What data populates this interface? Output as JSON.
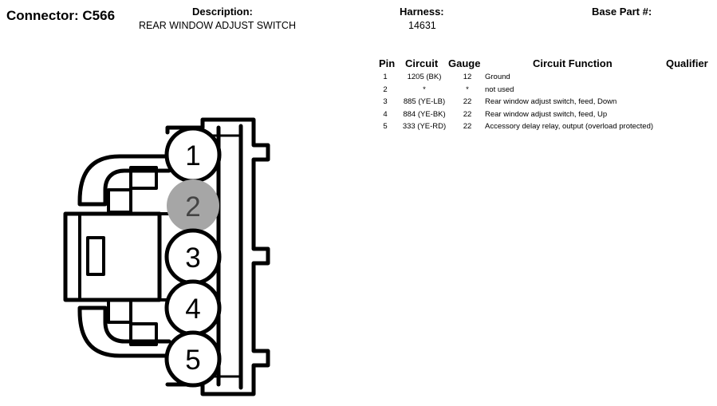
{
  "header": {
    "connector_label": "Connector: C566",
    "description_label": "Description:",
    "description_value": "REAR WINDOW ADJUST SWITCH",
    "harness_label": "Harness:",
    "harness_value": "14631",
    "base_part_label": "Base Part #:"
  },
  "table": {
    "headers": {
      "pin": "Pin",
      "circuit": "Circuit",
      "gauge": "Gauge",
      "function": "Circuit Function",
      "qualifier": "Qualifier"
    },
    "rows": [
      {
        "pin": "1",
        "circuit": "1205 (BK)",
        "gauge": "12",
        "function": "Ground",
        "qualifier": ""
      },
      {
        "pin": "2",
        "circuit": "*",
        "gauge": "*",
        "function": "not used",
        "qualifier": ""
      },
      {
        "pin": "3",
        "circuit": "885 (YE-LB)",
        "gauge": "22",
        "function": "Rear window adjust switch, feed, Down",
        "qualifier": ""
      },
      {
        "pin": "4",
        "circuit": "884 (YE-BK)",
        "gauge": "22",
        "function": "Rear window adjust switch, feed, Up",
        "qualifier": ""
      },
      {
        "pin": "5",
        "circuit": "333 (YE-RD)",
        "gauge": "22",
        "function": "Accessory delay relay, output (overload protected)",
        "qualifier": ""
      }
    ]
  },
  "connector_pins": [
    {
      "label": "1",
      "used": true
    },
    {
      "label": "2",
      "used": false
    },
    {
      "label": "3",
      "used": true
    },
    {
      "label": "4",
      "used": true
    },
    {
      "label": "5",
      "used": true
    }
  ],
  "colors": {
    "ink": "#000000",
    "unused_pin": "#a6a6a6",
    "background": "#ffffff"
  }
}
